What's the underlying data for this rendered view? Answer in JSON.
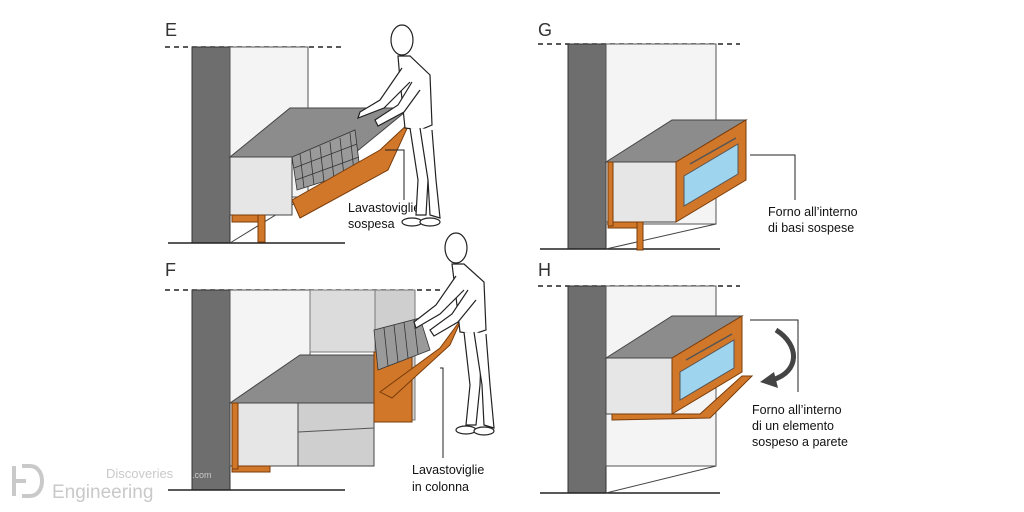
{
  "panels": {
    "E": {
      "letter": "E",
      "caption_line1": "Lavastoviglie",
      "caption_line2": "sospesa"
    },
    "F": {
      "letter": "F",
      "caption_line1": "Lavastoviglie",
      "caption_line2": "in  colonna"
    },
    "G": {
      "letter": "G",
      "caption_line1": "Forno all’interno",
      "caption_line2": "di basi sospese"
    },
    "H": {
      "letter": "H",
      "caption_line1": "Forno all’interno",
      "caption_line2": "di un elemento",
      "caption_line3": "sospeso a parete"
    }
  },
  "watermark": {
    "brand_top": "Discoveries",
    "brand_suffix": ".com",
    "brand_bottom": "Engineering"
  },
  "colors": {
    "wall_dark": "#6e6e6e",
    "cabinet_top": "#8c8c8c",
    "cabinet_face": "#e6e6e6",
    "appliance_orange": "#d0772a",
    "oven_glass": "#9fd4ee",
    "watermark": "#c9c9c9"
  }
}
